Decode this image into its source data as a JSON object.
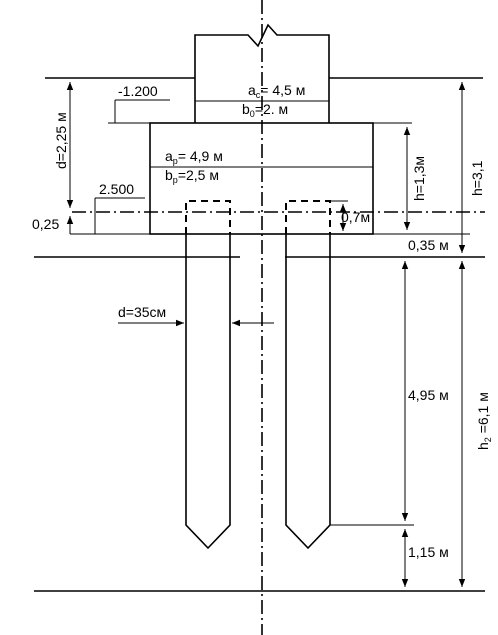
{
  "column": {
    "a_symbol": "a",
    "a_sub": "c",
    "a_value": "= 4,5  м",
    "b_symbol": "b",
    "b_sub": "0",
    "b_value": "=2.  м"
  },
  "grillage": {
    "a_symbol": "a",
    "a_sub": "p",
    "a_value": "= 4,9 м",
    "b_symbol": "b",
    "b_sub": "p",
    "b_value": "=2,5 м"
  },
  "elevations": {
    "top_grillage": "-1.200",
    "bottom_grillage": "2.500"
  },
  "dimensions": {
    "d_depth": "d=2,25 м",
    "gap_small": "0,25",
    "h_grillage": "h=1,3м",
    "embed_depth": "0,7м",
    "h_total": "h=3,1",
    "gap_lower": "0,35 м",
    "pile_diameter": "d=35см",
    "pile_upper": "4,95 м",
    "pile_tip": "1,15 м",
    "h2_symbol": "h",
    "h2_sub": "2",
    "h2_value": " =6,1 м"
  }
}
